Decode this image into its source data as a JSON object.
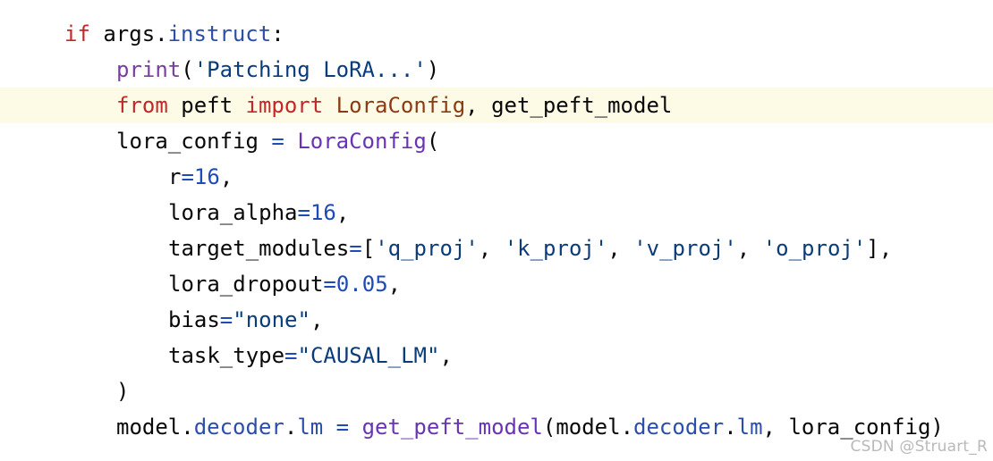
{
  "code": {
    "line1": {
      "kw_if": "if",
      "ident_args": " args",
      "dot": ".",
      "attr_instruct": "instruct",
      "colon": ":"
    },
    "line2": {
      "fn_print": "print",
      "paren_open": "(",
      "str": "'Patching LoRA...'",
      "paren_close": ")"
    },
    "line3": {
      "kw_from": "from",
      "ident_peft": " peft ",
      "kw_import": "import",
      "space": " ",
      "cls_loraconfig": "LoraConfig",
      "comma": ", ",
      "ident_get_peft_model": "get_peft_model"
    },
    "line4": {
      "ident_lora_config": "lora_config",
      "op_eq": " = ",
      "cls_loraconfig": "LoraConfig",
      "paren_open": "("
    },
    "line5": {
      "kwarg": "r",
      "eq": "=",
      "num": "16",
      "comma": ","
    },
    "line6": {
      "kwarg": "lora_alpha",
      "eq": "=",
      "num": "16",
      "comma": ","
    },
    "line7": {
      "kwarg": "target_modules",
      "eq": "=",
      "br_open": "[",
      "s1": "'q_proj'",
      "c1": ", ",
      "s2": "'k_proj'",
      "c2": ", ",
      "s3": "'v_proj'",
      "c3": ", ",
      "s4": "'o_proj'",
      "br_close": "],"
    },
    "line8": {
      "kwarg": "lora_dropout",
      "eq": "=",
      "num": "0.05",
      "comma": ","
    },
    "line9": {
      "kwarg": "bias",
      "eq": "=",
      "str": "\"none\"",
      "comma": ","
    },
    "line10": {
      "kwarg": "task_type",
      "eq": "=",
      "str": "\"CAUSAL_LM\"",
      "comma": ","
    },
    "line11": {
      "paren_close": ")"
    },
    "line12": {
      "ident_model": "model",
      "dot1": ".",
      "attr_decoder": "decoder",
      "dot2": ".",
      "attr_lm": "lm",
      "op_eq": " = ",
      "fn_get_peft_model": "get_peft_model",
      "paren_open": "(",
      "ident_model2": "model",
      "dot3": ".",
      "attr_decoder2": "decoder",
      "dot4": ".",
      "attr_lm2": "lm",
      "comma": ", ",
      "ident_lora_config": "lora_config",
      "paren_close": ")"
    }
  },
  "watermark": "CSDN @Struart_R",
  "colors": {
    "keyword": "#c4262a",
    "builtin": "#7a3e9d",
    "attribute": "#2b4ea8",
    "class": "#4a6ad9",
    "function": "#6a33b5",
    "string": "#1f5e23",
    "number": "#1f4bb5",
    "highlight_line_bg": "#fdfbe6"
  }
}
